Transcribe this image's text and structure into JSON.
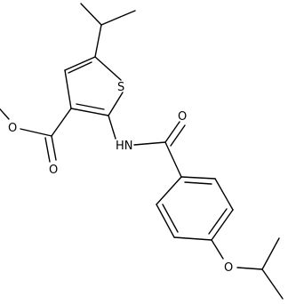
{
  "molecule": {
    "atom_labels": {
      "sulfur": "S",
      "amide_nitrogen": "HN",
      "carbonyl_oxygen_amide": "O",
      "carbonyl_oxygen_ester": "O",
      "ester_oxygen": "O",
      "ether_oxygen": "O"
    }
  }
}
